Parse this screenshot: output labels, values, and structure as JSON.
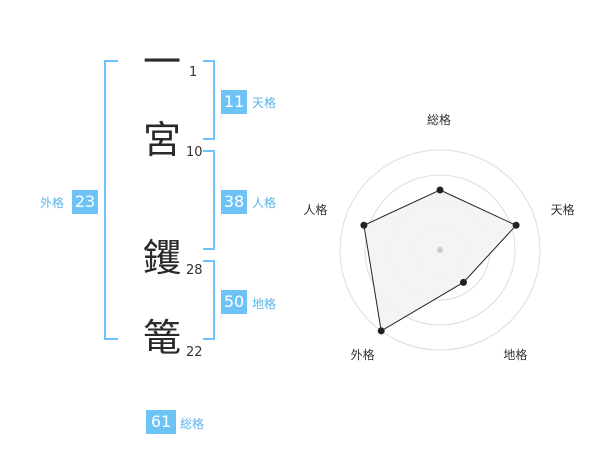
{
  "name": {
    "characters": [
      {
        "char": "一",
        "strokes": "1"
      },
      {
        "char": "宮",
        "strokes": "10"
      },
      {
        "char": "钁",
        "strokes": "28"
      },
      {
        "char": "篭",
        "strokes": "22"
      }
    ]
  },
  "kakusu": {
    "ten": {
      "value": "11",
      "label": "天格"
    },
    "jin": {
      "value": "38",
      "label": "人格"
    },
    "chi": {
      "value": "50",
      "label": "地格"
    },
    "gai": {
      "value": "23",
      "label": "外格"
    },
    "so": {
      "value": "61",
      "label": "総格"
    }
  },
  "chart_data": {
    "type": "radar",
    "axes": [
      "総格",
      "天格",
      "地格",
      "外格",
      "人格"
    ],
    "values": [
      3,
      4,
      2,
      5,
      4
    ],
    "max": 5,
    "rings": 4,
    "colors": {
      "grid": "#dddddd",
      "fill": "#f2f2f2",
      "line": "#222222",
      "accent": "#6ec3f6"
    }
  }
}
